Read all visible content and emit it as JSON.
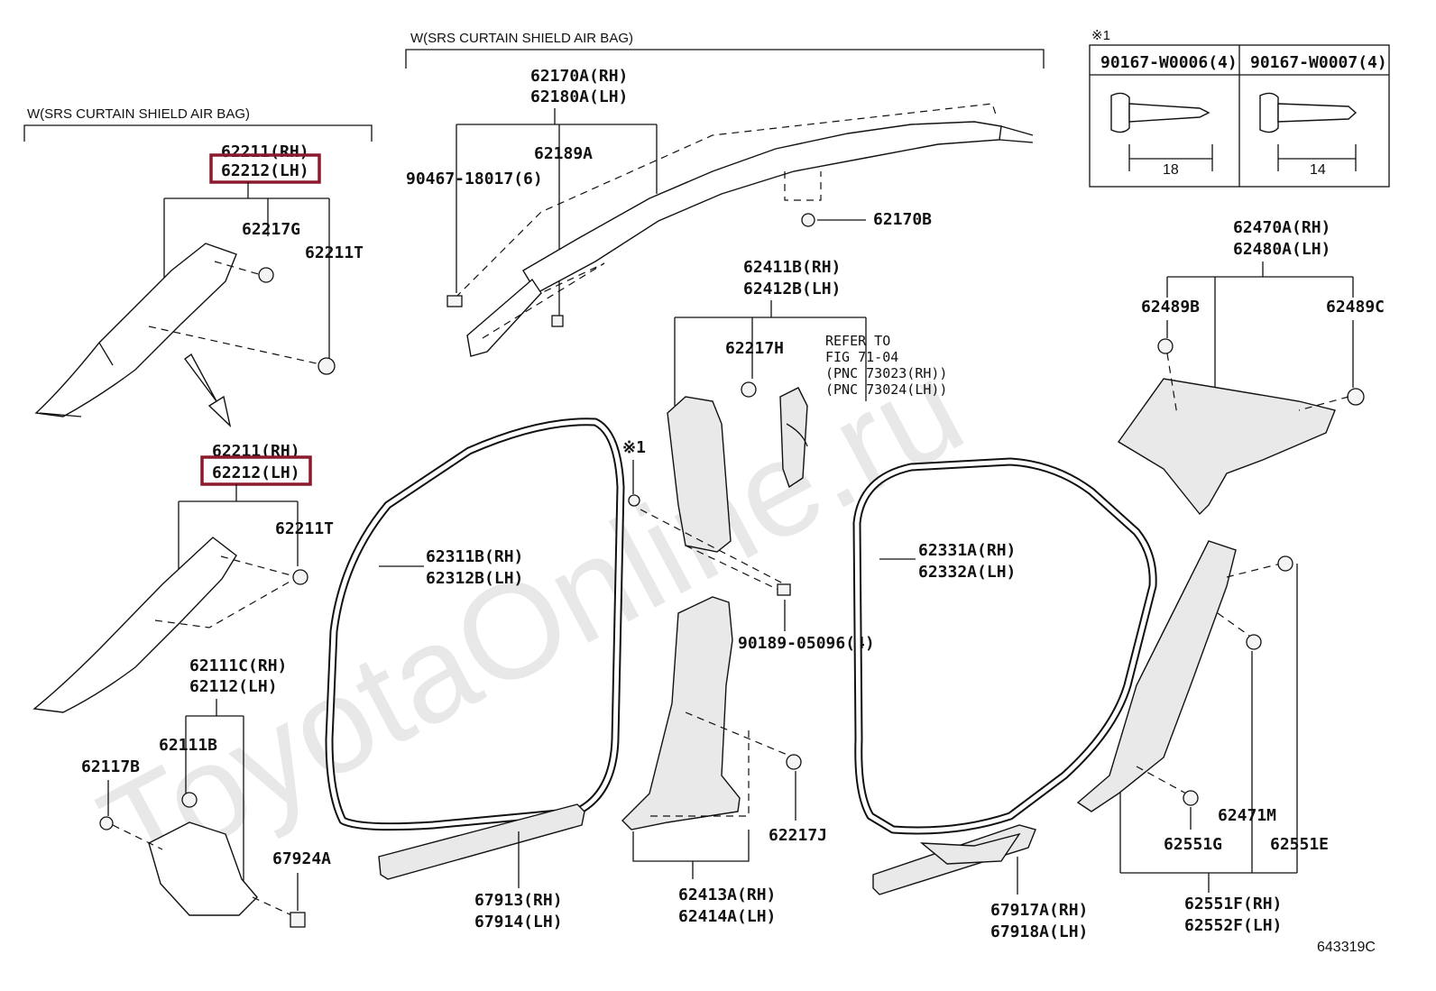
{
  "watermark": "ToyotaOnline.ru",
  "figure_id": "643319C",
  "section_headers": {
    "left": "W(SRS CURTAIN SHIELD AIR BAG)",
    "top": "W(SRS CURTAIN SHIELD AIR BAG)"
  },
  "fastener_table": {
    "mark": "※1",
    "col1": {
      "part": "90167-W0006(4)",
      "length": "18"
    },
    "col2": {
      "part": "90167-W0007(4)",
      "length": "14"
    }
  },
  "refer_note": [
    "REFER TO",
    "FIG 71-04",
    "(PNC 73023(RH))",
    "(PNC 73024(LH))"
  ],
  "labels": {
    "p62211_rh_a": "62211(RH)",
    "p62212_lh_a": "62212(LH)",
    "p62217g": "62217G",
    "p62211t_a": "62211T",
    "p62211_rh_b": "62211(RH)",
    "p62212_lh_b": "62212(LH)",
    "p62211t_b": "62211T",
    "p62111c": "62111C(RH)",
    "p62112": "62112(LH)",
    "p62111b": "62111B",
    "p62117b": "62117B",
    "p67924a": "67924A",
    "p62170a": "62170A(RH)",
    "p62180a": "62180A(LH)",
    "p62189a": "62189A",
    "p90467": "90467-18017(6)",
    "p62170b": "62170B",
    "p62411b": "62411B(RH)",
    "p62412b": "62412B(LH)",
    "p62217h": "62217H",
    "mark1": "※1",
    "p62311b": "62311B(RH)",
    "p62312b": "62312B(LH)",
    "p90189": "90189-05096(4)",
    "p67913": "67913(RH)",
    "p67914": "67914(LH)",
    "p62413a": "62413A(RH)",
    "p62414a": "62414A(LH)",
    "p62217j": "62217J",
    "p62331a": "62331A(RH)",
    "p62332a": "62332A(LH)",
    "p67917a": "67917A(RH)",
    "p67918a": "67918A(LH)",
    "p62470a": "62470A(RH)",
    "p62480a": "62480A(LH)",
    "p62489b": "62489B",
    "p62489c": "62489C",
    "p62471m": "62471M",
    "p62551g": "62551G",
    "p62551e": "62551E",
    "p62551f": "62551F(RH)",
    "p62552f": "62552F(LH)"
  },
  "highlight_color": "#8b1a2e"
}
